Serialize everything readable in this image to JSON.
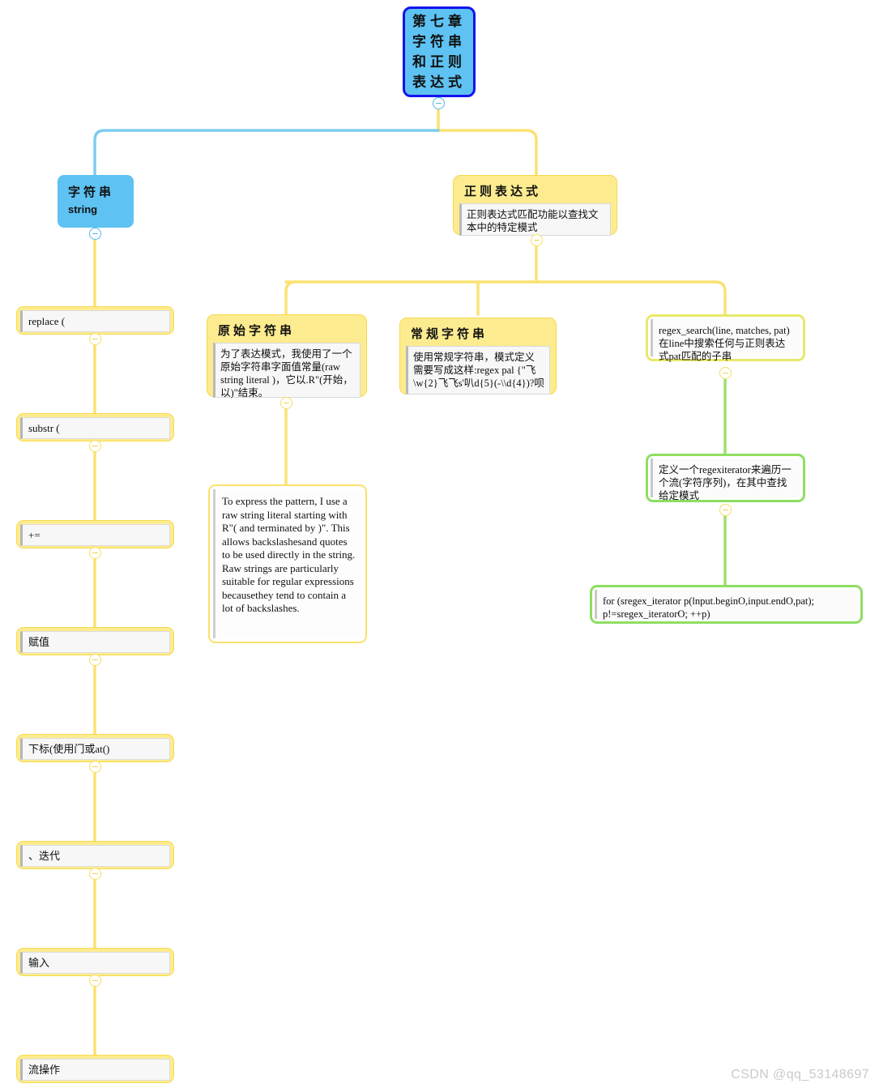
{
  "meta": {
    "watermark": "CSDN @qq_53148697",
    "colors": {
      "root_fill": "#5ec2f2",
      "root_border": "#1414ee",
      "branch_blue": "#7ecbf0",
      "branch_yellow": "#fbe272",
      "branch_green": "#9ce06e",
      "topic_yellow_fill": "#fdec8f"
    }
  },
  "root": {
    "title": "第七章字符串和正则表达式",
    "toggle": "collapse-minus"
  },
  "branches": {
    "string": {
      "head": "字符串",
      "sub": "string",
      "children": [
        {
          "label": "replace ("
        },
        {
          "label": "substr ("
        },
        {
          "label": "+="
        },
        {
          "label": "赋值"
        },
        {
          "label": "下标(使用门或at()"
        },
        {
          "label": "、迭代"
        },
        {
          "label": "输入"
        },
        {
          "label": "流操作"
        }
      ]
    },
    "regex": {
      "head": "正则表达式",
      "body": "正则表达式匹配功能以查找文本中的特定模式",
      "children": [
        {
          "head": "原始字符串",
          "body": "为了表达模式，我使用了一个原始字符串字面值常量(raw string literal )，它以.R\"(开始，以)\"结束。",
          "note": "To express the pattern, I use a raw string literal starting with R\"( and terminated by )\". This allows backslashesand quotes to be used directly in the string. Raw strings are particularly suitable for regular expressions becausethey tend to contain a lot of backslashes."
        },
        {
          "head": "常规字符串",
          "body": "使用常规字符串，模式定义需要写成这样:regex pal {\"飞\\w{2}飞飞s'叭d{5}(-\\\\d{4})?呗"
        },
        {
          "label": "regex_search(line, matches, pat)在line中搜索任何与正则表达式pat匹配的子串",
          "child": {
            "label": "定义一个regexiterator来遍历一个流(字符序列)，在其中查找给定模式",
            "child": {
              "label": "for (sregex_iterator p(lnput.beginO,input.endO,pat); p!=sregex_iteratorO; ++p)"
            }
          }
        }
      ]
    }
  }
}
